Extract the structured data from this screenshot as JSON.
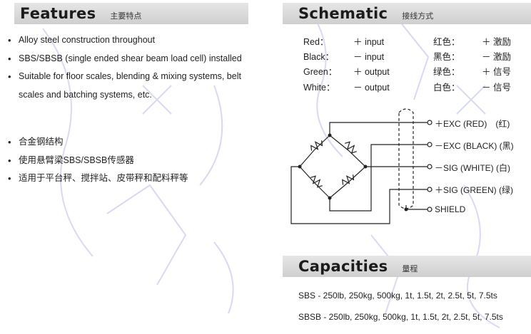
{
  "features": {
    "title": "Features",
    "title_zh": "主要特点",
    "items_en": [
      "Alloy steel construction throughout",
      "SBS/SBSB (single ended shear beam load cell) installed",
      "Suitable for floor scales, blending & mixing systems, belt scales and batching systems, etc."
    ],
    "items_zh": [
      "合金钢结构",
      "使用悬臂梁SBS/SBSB传感器",
      "适用于平台秤、搅拌站、皮带秤和配料秤等"
    ]
  },
  "schematic": {
    "title": "Schematic",
    "title_zh": "接线方式",
    "wiring": [
      {
        "color_en": "Red：",
        "func_en": "＋ input",
        "color_zh": "红色：",
        "func_zh": "＋ 激励"
      },
      {
        "color_en": "Black：",
        "func_en": "－ input",
        "color_zh": "黑色：",
        "func_zh": "－ 激励"
      },
      {
        "color_en": "Green：",
        "func_en": "＋ output",
        "color_zh": "绿色：",
        "func_zh": "＋ 信号"
      },
      {
        "color_en": "White：",
        "func_en": "－ output",
        "color_zh": "白色：",
        "func_zh": "－ 信号"
      }
    ],
    "diagram_labels": [
      {
        "text": "＋EXC (RED)　(红)"
      },
      {
        "text": "－EXC (BLACK) (黑)"
      },
      {
        "text": "－SIG (WHITE) (白)"
      },
      {
        "text": "＋SIG (GREEN) (绿)"
      },
      {
        "text": "SHIELD"
      }
    ]
  },
  "capacities": {
    "title": "Capacities",
    "title_zh": "量程",
    "lines": [
      "SBS - 250lb, 250kg, 500kg, 1t, 1.5t, 2t, 2.5t, 5t, 7.5ts",
      "SBSB - 250lb, 250kg, 500kg, 1t, 1.5t, 2t, 2.5t, 5t, 7.5ts"
    ]
  },
  "colors": {
    "header_bg": "#d6d6d6",
    "watermark": "#c9c9ee",
    "line": "#222222"
  }
}
